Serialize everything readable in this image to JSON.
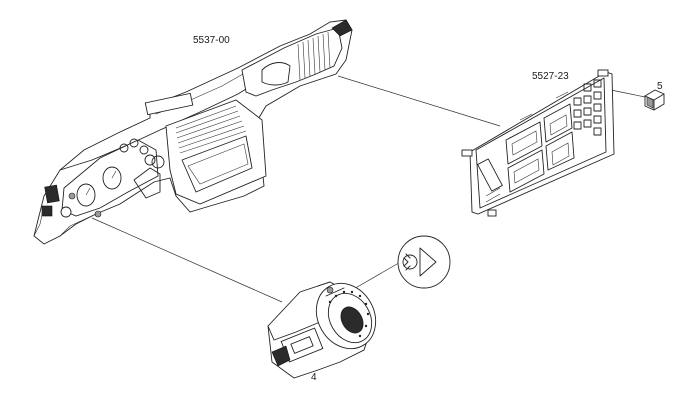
{
  "figure": {
    "callouts": {
      "dashboard": "5537-00",
      "control_panel": "5527-23",
      "rotary_switch": "4",
      "switch_cap": "5"
    },
    "icons": {
      "detail_circle": "fan-symbol-with-arrow-icon"
    }
  }
}
